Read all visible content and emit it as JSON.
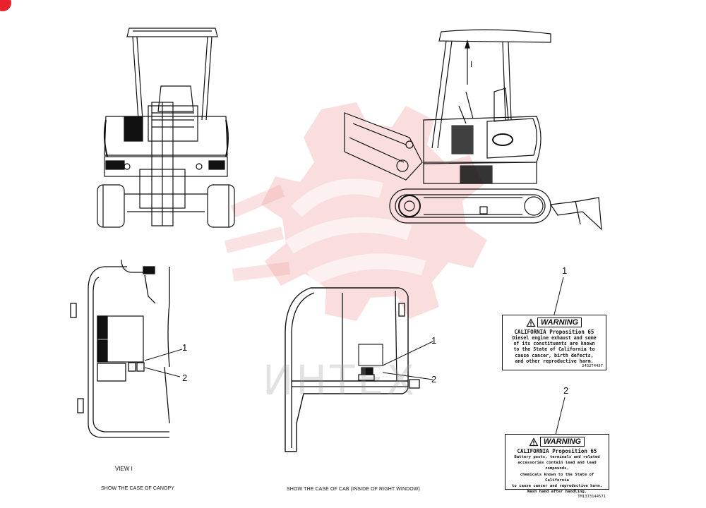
{
  "watermark": {
    "text": "ИНТЕХ",
    "color": "#f0a0a0"
  },
  "views": {
    "view_label": "VIEW  I",
    "canopy_caption": "SHOW THE CASE OF CANOPY",
    "cab_caption": "SHOW THE CASE OF CAB (INSIDE OF RIGHT WINDOW)",
    "side_view_marker": "I"
  },
  "callouts": {
    "canopy": [
      "1",
      "2"
    ],
    "cab": [
      "1",
      "2"
    ],
    "labels": [
      "1",
      "2"
    ]
  },
  "labels": [
    {
      "id": "1",
      "heading": "WARNING",
      "subheading": "CALIFORNIA Proposition 65",
      "body": [
        "Diesel engine exhaust and some",
        "of its constituents are known",
        "to the State of California to",
        "cause cancer, birth defects,",
        "and other reproductive harm."
      ],
      "code": "2432T4457"
    },
    {
      "id": "2",
      "heading": "WARNING",
      "subheading": "CALIFORNIA Proposition 65",
      "body": [
        "Battery posts, terminals and related",
        "accessories contain lead and lead compounds,",
        "chemicals known to the State of California",
        "to cause cancer and reproductive harm.",
        "Wash hand after handling."
      ],
      "code": "TM1373144571"
    }
  ]
}
